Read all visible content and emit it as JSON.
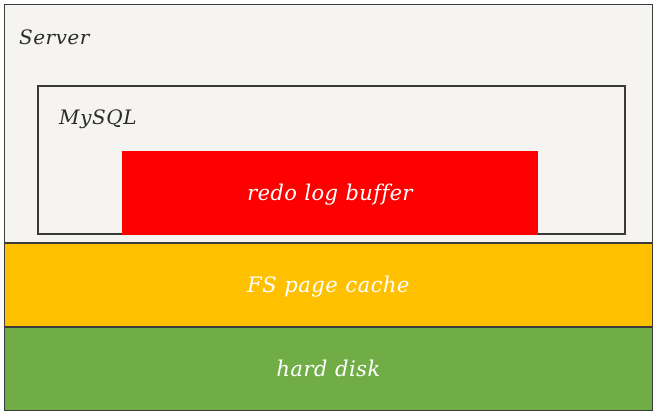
{
  "diagram": {
    "server": {
      "label": "Server",
      "fill_color": "#f5f4f1"
    },
    "mysql": {
      "label": "MySQL",
      "fill_color": "#f5f4f1"
    },
    "redo_log_buffer": {
      "label": "redo log buffer",
      "fill_color": "#ff0000"
    },
    "fs_page_cache": {
      "label": "FS page cache",
      "fill_color": "#ffc000"
    },
    "hard_disk": {
      "label": "hard disk",
      "fill_color": "#70ad47"
    }
  }
}
